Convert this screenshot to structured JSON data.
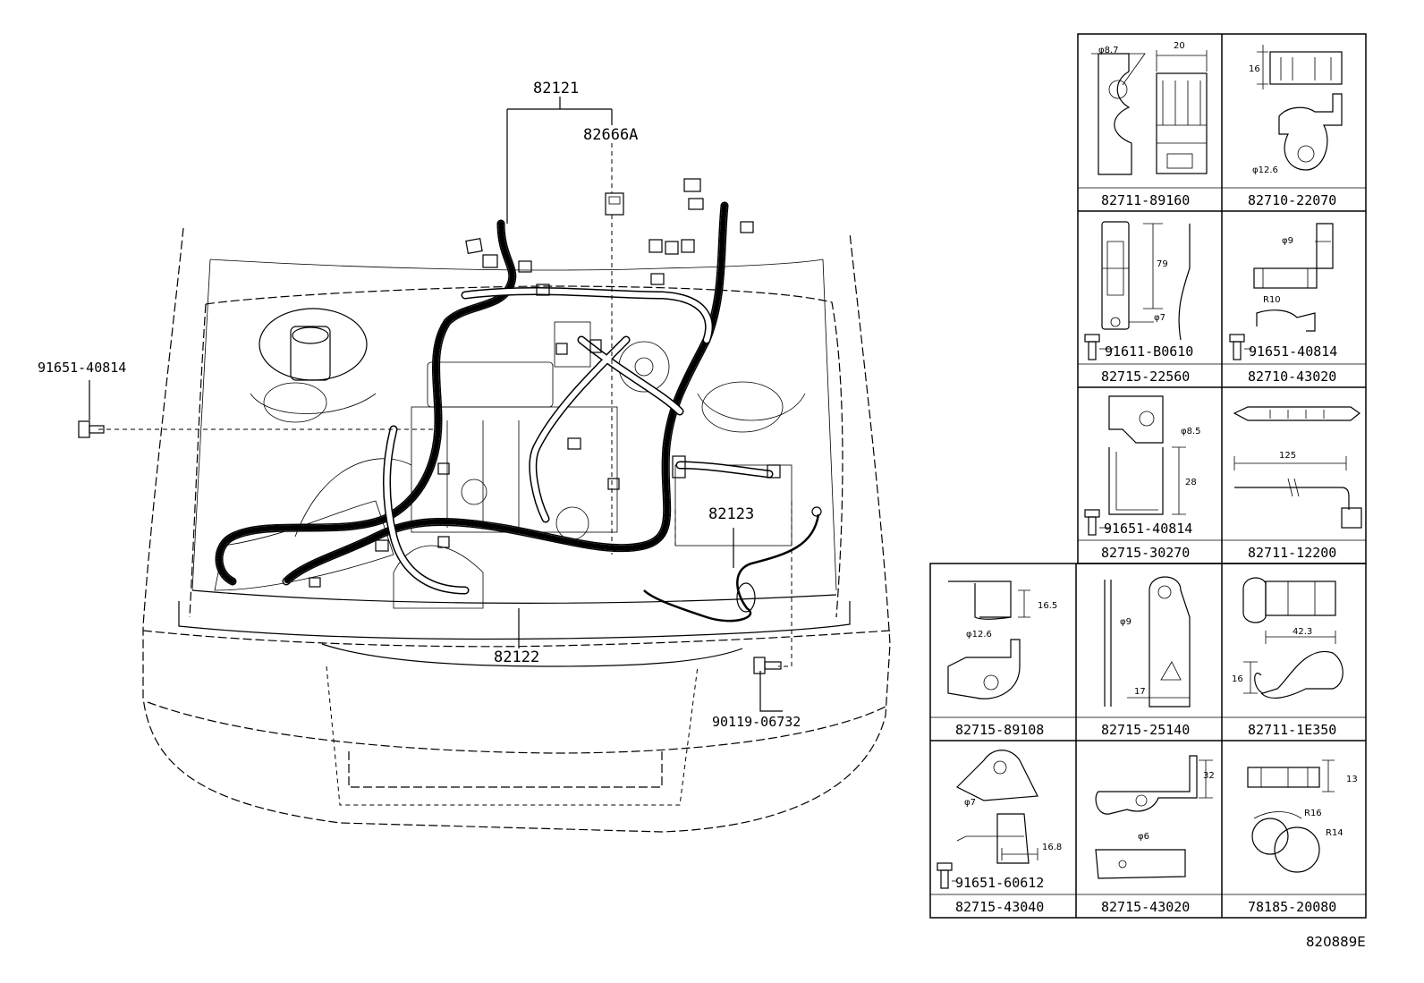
{
  "main_labels": {
    "harness_main": "82121",
    "connector_block": "82666A",
    "harness_sub": "82123",
    "harness_front": "82122",
    "bolt_left": "91651-40814",
    "bolt_bottom": "90119-06732"
  },
  "parts_table": [
    {
      "part": "82711-89160",
      "dims": [
        "φ8.7",
        "20"
      ]
    },
    {
      "part": "82710-22070",
      "dims": [
        "16",
        "φ12.6"
      ]
    },
    {
      "part": "82715-22560",
      "bolt": "91611-B0610",
      "dims": [
        "79",
        "φ7"
      ]
    },
    {
      "part": "82710-43020",
      "bolt": "91651-40814",
      "dims": [
        "φ9",
        "R10"
      ]
    },
    {
      "part": "82715-30270",
      "bolt": "91651-40814",
      "dims": [
        "φ8.5",
        "28"
      ]
    },
    {
      "part": "82711-12200",
      "dims": [
        "125"
      ]
    },
    {
      "part": "82715-89108",
      "dims": [
        "16.5",
        "φ12.6"
      ]
    },
    {
      "part": "82715-25140",
      "dims": [
        "φ9",
        "17"
      ]
    },
    {
      "part": "82711-1E350",
      "dims": [
        "42.3",
        "16"
      ]
    },
    {
      "part": "82715-43040",
      "bolt": "91651-60612",
      "dims": [
        "φ7",
        "16.8"
      ]
    },
    {
      "part": "82715-43020",
      "dims": [
        "32",
        "φ6"
      ]
    },
    {
      "part": "78185-20080",
      "dims": [
        "13",
        "R16",
        "R14"
      ]
    }
  ],
  "illustration_ref": "820889E"
}
